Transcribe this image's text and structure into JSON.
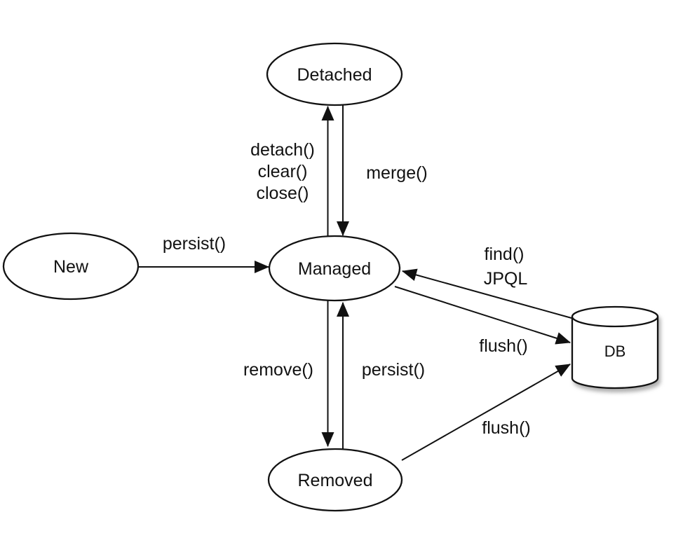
{
  "diagram": {
    "type": "state-diagram",
    "colors": {
      "stroke": "#111111",
      "fill": "#ffffff",
      "background": "#ffffff"
    },
    "nodes": {
      "new": {
        "label": "New",
        "shape": "ellipse"
      },
      "detached": {
        "label": "Detached",
        "shape": "ellipse"
      },
      "managed": {
        "label": "Managed",
        "shape": "ellipse"
      },
      "removed": {
        "label": "Removed",
        "shape": "ellipse"
      },
      "db": {
        "label": "DB",
        "shape": "cylinder"
      }
    },
    "edges": {
      "new_to_managed": {
        "from": "new",
        "to": "managed",
        "label": "persist()"
      },
      "managed_to_detached": {
        "from": "managed",
        "to": "detached",
        "label_lines": [
          "detach()",
          "clear()",
          "close()"
        ]
      },
      "detached_to_managed": {
        "from": "detached",
        "to": "managed",
        "label": "merge()"
      },
      "managed_to_removed": {
        "from": "managed",
        "to": "removed",
        "label": "remove()"
      },
      "removed_to_managed": {
        "from": "removed",
        "to": "managed",
        "label": "persist()"
      },
      "db_to_managed": {
        "from": "db",
        "to": "managed",
        "label_lines": [
          "find()",
          "JPQL"
        ]
      },
      "managed_to_db": {
        "from": "managed",
        "to": "db",
        "label": "flush()"
      },
      "removed_to_db": {
        "from": "removed",
        "to": "db",
        "label": "flush()"
      }
    }
  }
}
